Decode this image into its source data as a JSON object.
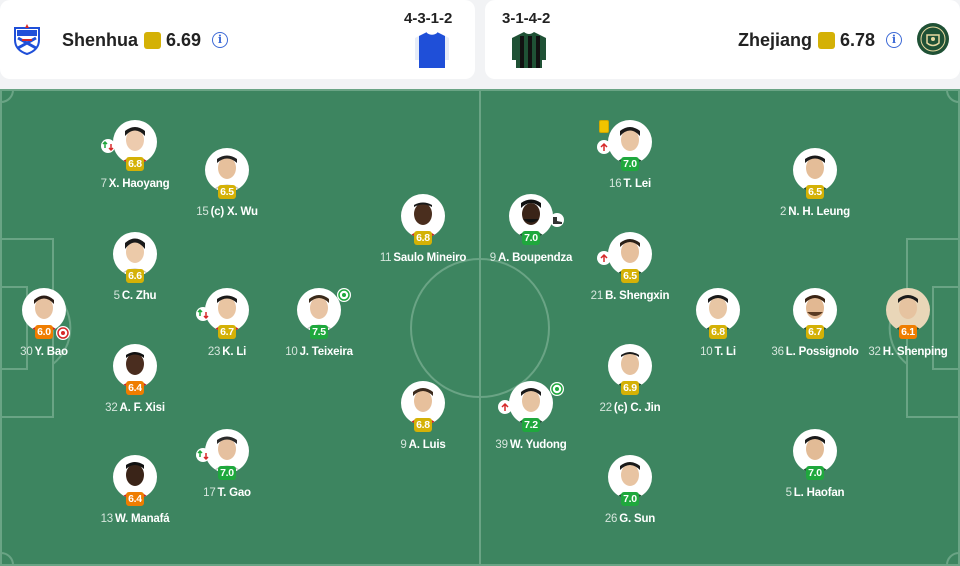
{
  "colors": {
    "pitch": "#3d8560",
    "rating_yellow": "#d4b106",
    "rating_orange": "#ef7d00",
    "rating_green": "#1fa83d",
    "rating_lightgreen": "#17a34a",
    "home_kit": "#1f4fd8",
    "away_kit": "#1f5135"
  },
  "home": {
    "name": "Shenhua",
    "rating": "6.69",
    "formation": "4-3-1-2",
    "logo_icon": "shenhua-logo-icon",
    "kit_icon": "blue-jersey-icon"
  },
  "away": {
    "name": "Zhejiang",
    "rating": "6.78",
    "formation": "3-1-4-2",
    "logo_icon": "zhejiang-logo-icon",
    "kit_icon": "green-black-striped-jersey-icon"
  },
  "players": {
    "home": [
      {
        "num": "30",
        "name": "Y. Bao",
        "rating": "6.0",
        "color": "orange",
        "badge": "own-goal"
      },
      {
        "num": "7",
        "name": "X. Haoyang",
        "rating": "6.8",
        "color": "yellow",
        "badge": "sub"
      },
      {
        "num": "5",
        "name": "C. Zhu",
        "rating": "6.6",
        "color": "yellow"
      },
      {
        "num": "32",
        "name": "A. F. Xisi",
        "rating": "6.4",
        "color": "orange"
      },
      {
        "num": "13",
        "name": "W. Manafá",
        "rating": "6.4",
        "color": "orange"
      },
      {
        "num": "15",
        "name": "(c) X. Wu",
        "rating": "6.5",
        "color": "yellow"
      },
      {
        "num": "23",
        "name": "K. Li",
        "rating": "6.7",
        "color": "yellow",
        "badge": "sub"
      },
      {
        "num": "17",
        "name": "T. Gao",
        "rating": "7.0",
        "color": "green",
        "badge": "sub"
      },
      {
        "num": "10",
        "name": "J. Teixeira",
        "rating": "7.5",
        "color": "green",
        "badge": "goal"
      },
      {
        "num": "11",
        "name": "Saulo Mineiro",
        "rating": "6.8",
        "color": "yellow"
      },
      {
        "num": "9",
        "name": "A. Luis",
        "rating": "6.8",
        "color": "yellow"
      }
    ],
    "away": [
      {
        "num": "32",
        "name": "H. Shenping",
        "rating": "6.1",
        "color": "orange"
      },
      {
        "num": "2",
        "name": "N. H. Leung",
        "rating": "6.5",
        "color": "yellow"
      },
      {
        "num": "36",
        "name": "L. Possignolo",
        "rating": "6.7",
        "color": "yellow"
      },
      {
        "num": "5",
        "name": "L. Haofan",
        "rating": "7.0",
        "color": "green"
      },
      {
        "num": "10",
        "name": "T. Li",
        "rating": "6.8",
        "color": "yellow"
      },
      {
        "num": "16",
        "name": "T. Lei",
        "rating": "7.0",
        "color": "green",
        "badge": "sub-card"
      },
      {
        "num": "21",
        "name": "B. Shengxin",
        "rating": "6.5",
        "color": "yellow",
        "badge": "sub-in"
      },
      {
        "num": "22",
        "name": "(c) C. Jin",
        "rating": "6.9",
        "color": "yellow"
      },
      {
        "num": "26",
        "name": "G. Sun",
        "rating": "7.0",
        "color": "green"
      },
      {
        "num": "9",
        "name": "A. Boupendza",
        "rating": "7.0",
        "color": "green",
        "badge": "assist"
      },
      {
        "num": "39",
        "name": "W. Yudong",
        "rating": "7.2",
        "color": "green",
        "badge": "goal-sub"
      }
    ]
  }
}
